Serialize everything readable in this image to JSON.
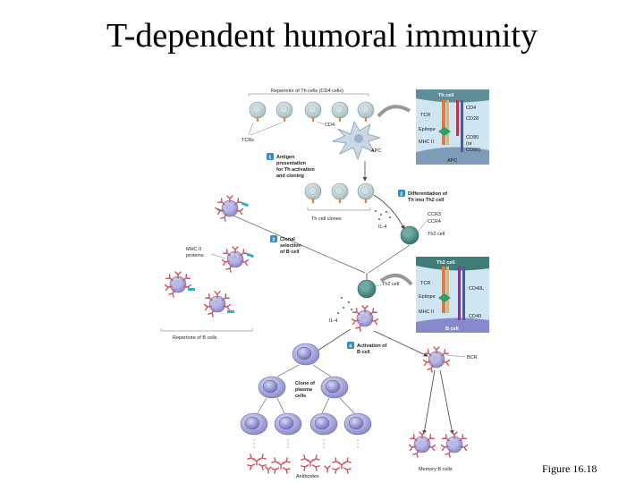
{
  "title": "T-dependent humoral immunity",
  "caption": "Figure 16.18",
  "labels": {
    "th_repertoire": "Repertoire of Th cells (CD4 cells)",
    "cd4_small": "CD4",
    "tcrs": "TCRs",
    "apc": "APC",
    "step1_num": "1",
    "step1_l1": "Antigen",
    "step1_l2": "presentation",
    "step1_l3": "for Th activation",
    "step1_l4": "and cloning",
    "th_clones": "Th cell clones",
    "il4_a": "IL-4",
    "step2_num": "2",
    "step2_l1": "Differentiation of",
    "step2_l2": "Th into Th2 cell",
    "ccr3": "CCR3",
    "ccr4": "CCR4",
    "th2_cell_a": "Th2 cell",
    "step3_num": "3",
    "step3_l1": "Clonal",
    "step3_l2": "selection",
    "step3_l3": "of B cell",
    "mhc2_l1": "MHC II",
    "mhc2_l2": "proteins",
    "b_repertoire": "Repertoire of B cells",
    "th2_cell_b": "Th2 cell",
    "il4_b": "IL-4",
    "step4_num": "4",
    "step4_l1": "Activation of",
    "step4_l2": "B cell",
    "bcr": "BCR",
    "plasma_l1": "Clone of",
    "plasma_l2": "plasma",
    "plasma_l3": "cells",
    "antibodies": "Antibodies",
    "memory_b": "Memory B cells"
  },
  "inset1": {
    "th_cell": "Th cell",
    "cd4": "CD4",
    "tcr": "TCR",
    "cd28": "CD28",
    "epitope": "Epitope",
    "mhc2": "MHC II",
    "cd80_l1": "CD80",
    "cd80_l2": "(or",
    "cd80_l3": "CD86)",
    "apc": "APC"
  },
  "inset2": {
    "th2_cell": "Th2 cell",
    "tcr": "TCR",
    "cd40l": "CD40L",
    "epitope": "Epitope",
    "mhc2": "MHC II",
    "cd40": "CD40",
    "b_cell": "B cell"
  },
  "colors": {
    "th_cell": "#b9cfd3",
    "th2_cell": "#4f8f8a",
    "b_cell": "#9a9ad6",
    "plasma_cell": "#8f8fd2",
    "antibody": "#d0505a",
    "step_badge": "#2f8fc7",
    "inset_bg": "#cfe6f2",
    "arrow": "#444444"
  }
}
